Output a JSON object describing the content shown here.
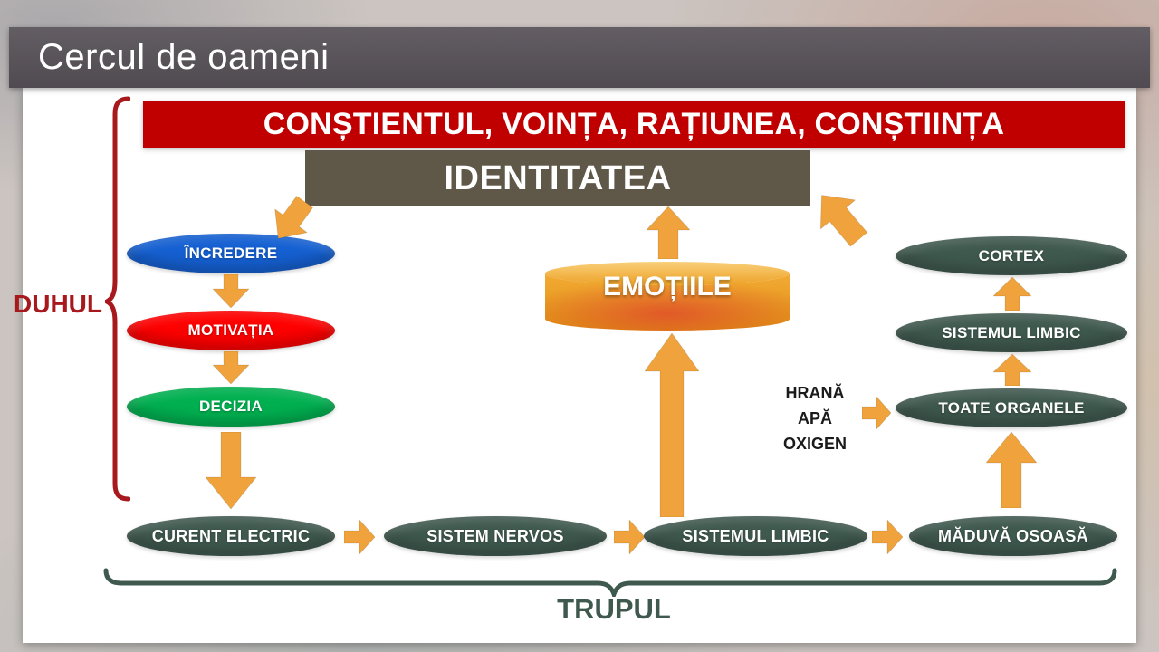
{
  "title": "Cercul de oameni",
  "banners": {
    "top": "CONȘTIENTUL, VOINȚA, RAȚIUNEA, CONȘTIINȚA",
    "identity": "IDENTITATEA"
  },
  "spirit": {
    "brace_label": "DUHUL",
    "items": [
      {
        "label": "ÎNCREDERE",
        "color": "#1560d2"
      },
      {
        "label": "MOTIVAȚIA",
        "color": "#fe0000"
      },
      {
        "label": "DECIZIA",
        "color": "#00b050"
      }
    ]
  },
  "emotions": {
    "label": "EMOȚIILE"
  },
  "right_chain": {
    "items": [
      {
        "label": "CORTEX"
      },
      {
        "label": "SISTEMUL LIMBIC"
      },
      {
        "label": "TOATE ORGANELE"
      }
    ]
  },
  "body_inputs": {
    "lines": [
      "HRANĂ",
      "APĂ",
      "OXIGEN"
    ]
  },
  "body_row": {
    "brace_label": "TRUPUL",
    "items": [
      {
        "label": "CURENT ELECTRIC"
      },
      {
        "label": "SISTEM NERVOS"
      },
      {
        "label": "SISTEMUL LIMBIC"
      },
      {
        "label": "MĂDUVĂ OSOASĂ"
      }
    ]
  },
  "colors": {
    "header-bg": "#575158",
    "banner-red": "#c00000",
    "banner-brown": "#5f5748",
    "node-teal": "#3f594f",
    "node-blue": "#1560d2",
    "node-red": "#fe0000",
    "node-green": "#00b050",
    "arrow": "#f0a33c",
    "duhul": "#a8191d",
    "trupul": "#3f594f"
  }
}
